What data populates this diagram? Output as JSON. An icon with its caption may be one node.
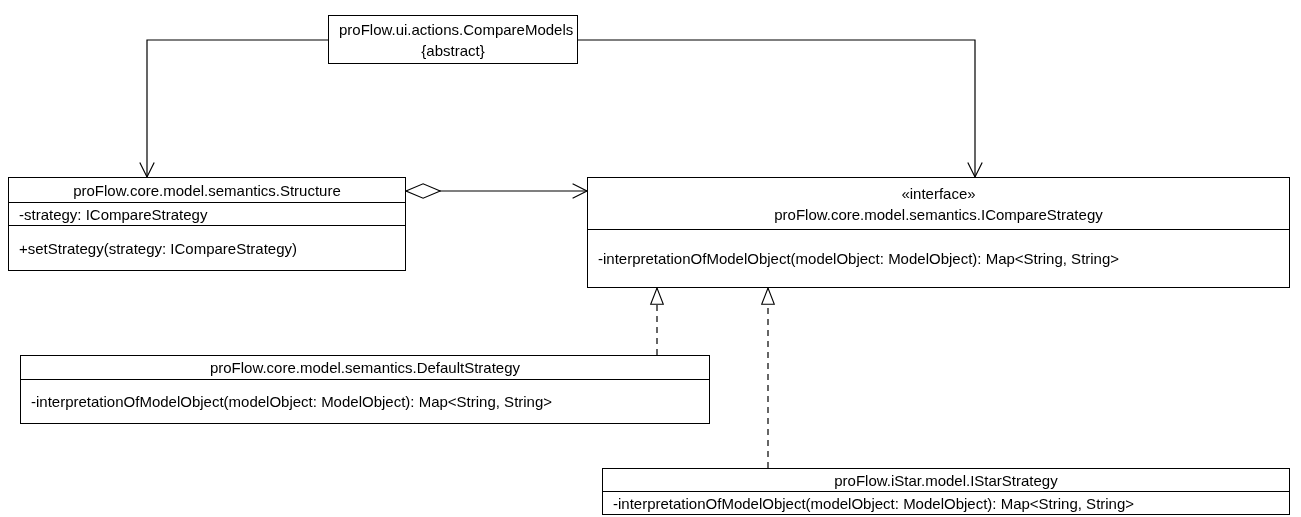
{
  "diagram": {
    "nodes": [
      {
        "text": [
          "proFlow.ui.actions.CompareModels",
          "{abstract}"
        ]
      },
      {
        "text": [
          "proFlow.core.model.semantics.Structure",
          "-strategy: ICompareStrategy",
          "+setStrategy(strategy: ICompareStrategy)"
        ]
      },
      {
        "text": [
          "«interface»",
          "proFlow.core.model.semantics.ICompareStrategy",
          "-interpretationOfModelObject(modelObject: ModelObject): Map<String, String>"
        ]
      },
      {
        "text": [
          "proFlow.core.model.semantics.DefaultStrategy",
          "-interpretationOfModelObject(modelObject: ModelObject): Map<String, String>"
        ]
      },
      {
        "text": [
          "proFlow.iStar.model.IStarStrategy",
          "-interpretationOfModelObject(modelObject: ModelObject): Map<String, String>"
        ]
      }
    ],
    "edges": [
      {
        "from": 0,
        "to": 1,
        "arrow": "to"
      },
      {
        "from": 0,
        "to": 2,
        "arrow": "to"
      },
      {
        "from": 1,
        "to": 2,
        "arrow": "to"
      },
      {
        "from": 3,
        "to": 2,
        "arrow": "to",
        "style": "dashed"
      },
      {
        "from": 4,
        "to": 2,
        "arrow": "to",
        "style": "dashed"
      }
    ]
  }
}
